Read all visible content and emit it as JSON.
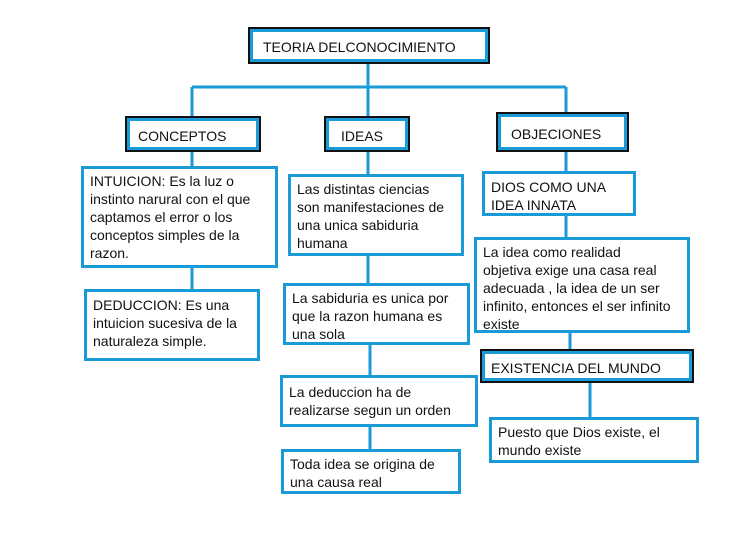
{
  "nodes": {
    "root": "TEORIA DELCONOCIMIENTO",
    "conceptos": "CONCEPTOS",
    "ideas": "IDEAS",
    "objeciones": "OBJECIONES",
    "intuicion": "INTUICION: Es la luz o\ninstinto narural con el que\ncaptamos el error o los\nconceptos simples de la\nrazon.",
    "deduccion": "DEDUCCION: Es una\nintuicion sucesiva de la\nnaturaleza simple.",
    "ciencias": "Las distintas ciencias\nson manifestaciones de\nuna unica sabiduria\nhumana",
    "sabiduria": "La sabiduria es unica por\nque la razon humana es\nuna sola",
    "deduccion_orden": "La deduccion ha de\nrealizarse segun un orden",
    "causa": "Toda idea se origina de\nuna causa real",
    "dios": "DIOS COMO UNA\nIDEA INNATA",
    "realidad": "La idea como realidad\nobjetiva exige una casa real\nadecuada , la idea de un ser\ninfinito, entonces el ser infinito\nexiste",
    "existencia": "EXISTENCIA DEL MUNDO",
    "puesto": "Puesto que Dios existe, el\nmundo existe"
  },
  "colors": {
    "box_border": "#1a9ad6",
    "header_outline": "#111111",
    "connector": "#1a9ad6"
  }
}
